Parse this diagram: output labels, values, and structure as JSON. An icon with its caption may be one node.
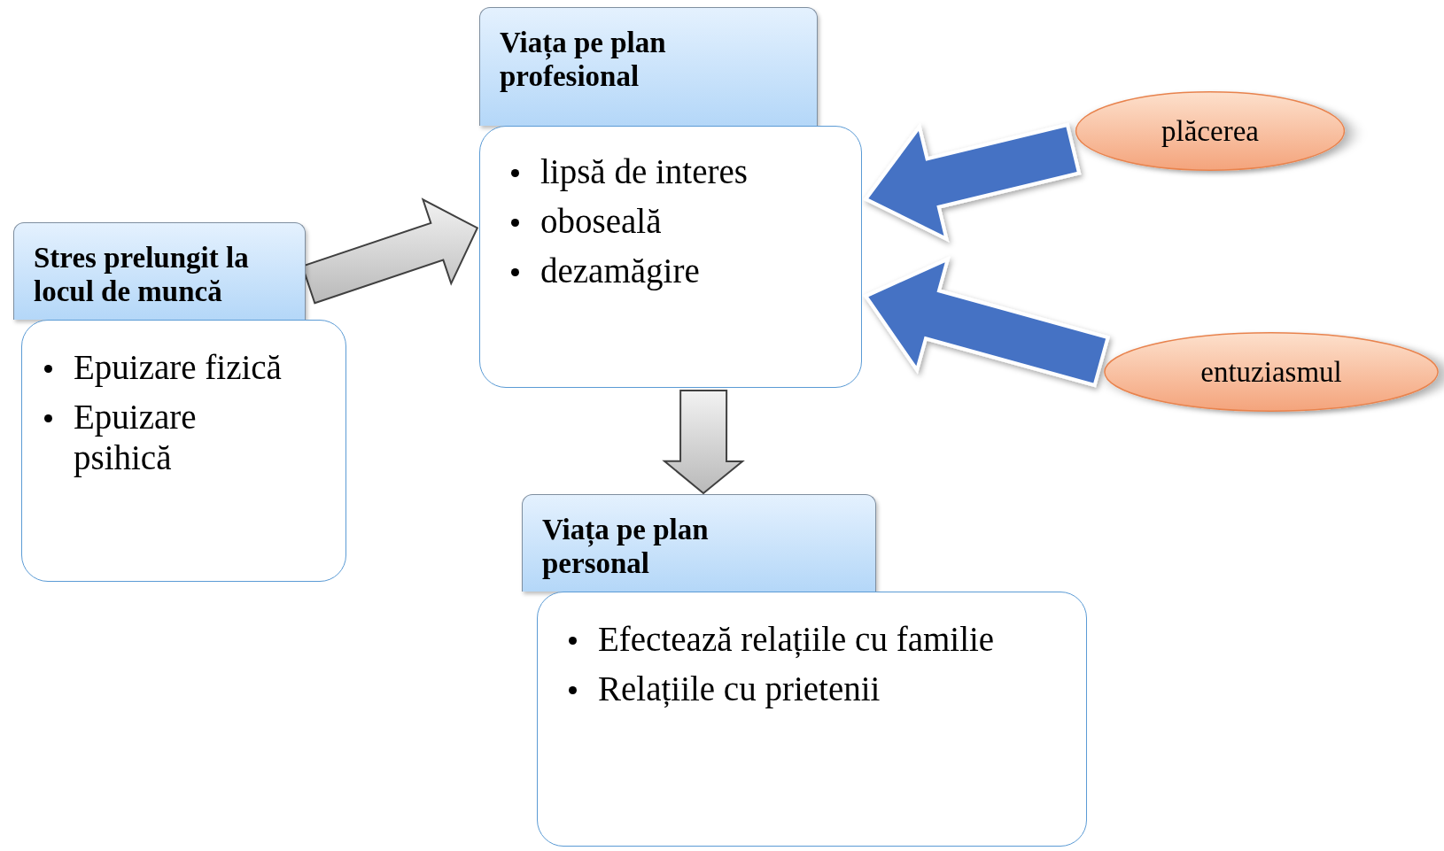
{
  "diagram": {
    "nodes": [
      {
        "text": [
          "Stres prelungit la locul de muncă"
        ]
      },
      {
        "text": [
          "Epuizare fizică",
          "Epuizare psihică"
        ]
      },
      {
        "text": [
          "Viața pe plan profesional"
        ]
      },
      {
        "text": [
          "lipsă de interes",
          "oboseală",
          "dezamăgire"
        ]
      },
      {
        "text": [
          "Viața pe plan personal"
        ]
      },
      {
        "text": [
          "Efectează relațiile cu familie",
          "Relațiile cu prietenii"
        ]
      },
      {
        "text": [
          "plăcerea"
        ]
      },
      {
        "text": [
          "entuziasmul"
        ]
      }
    ],
    "edges": [
      {
        "from": 0,
        "to": 3,
        "arrow": "to"
      },
      {
        "from": 3,
        "to": 4,
        "arrow": "to"
      },
      {
        "from": 6,
        "to": 3,
        "arrow": "to",
        "color": "#4472c4"
      },
      {
        "from": 7,
        "to": 3,
        "arrow": "to",
        "color": "#4472c4"
      }
    ]
  }
}
